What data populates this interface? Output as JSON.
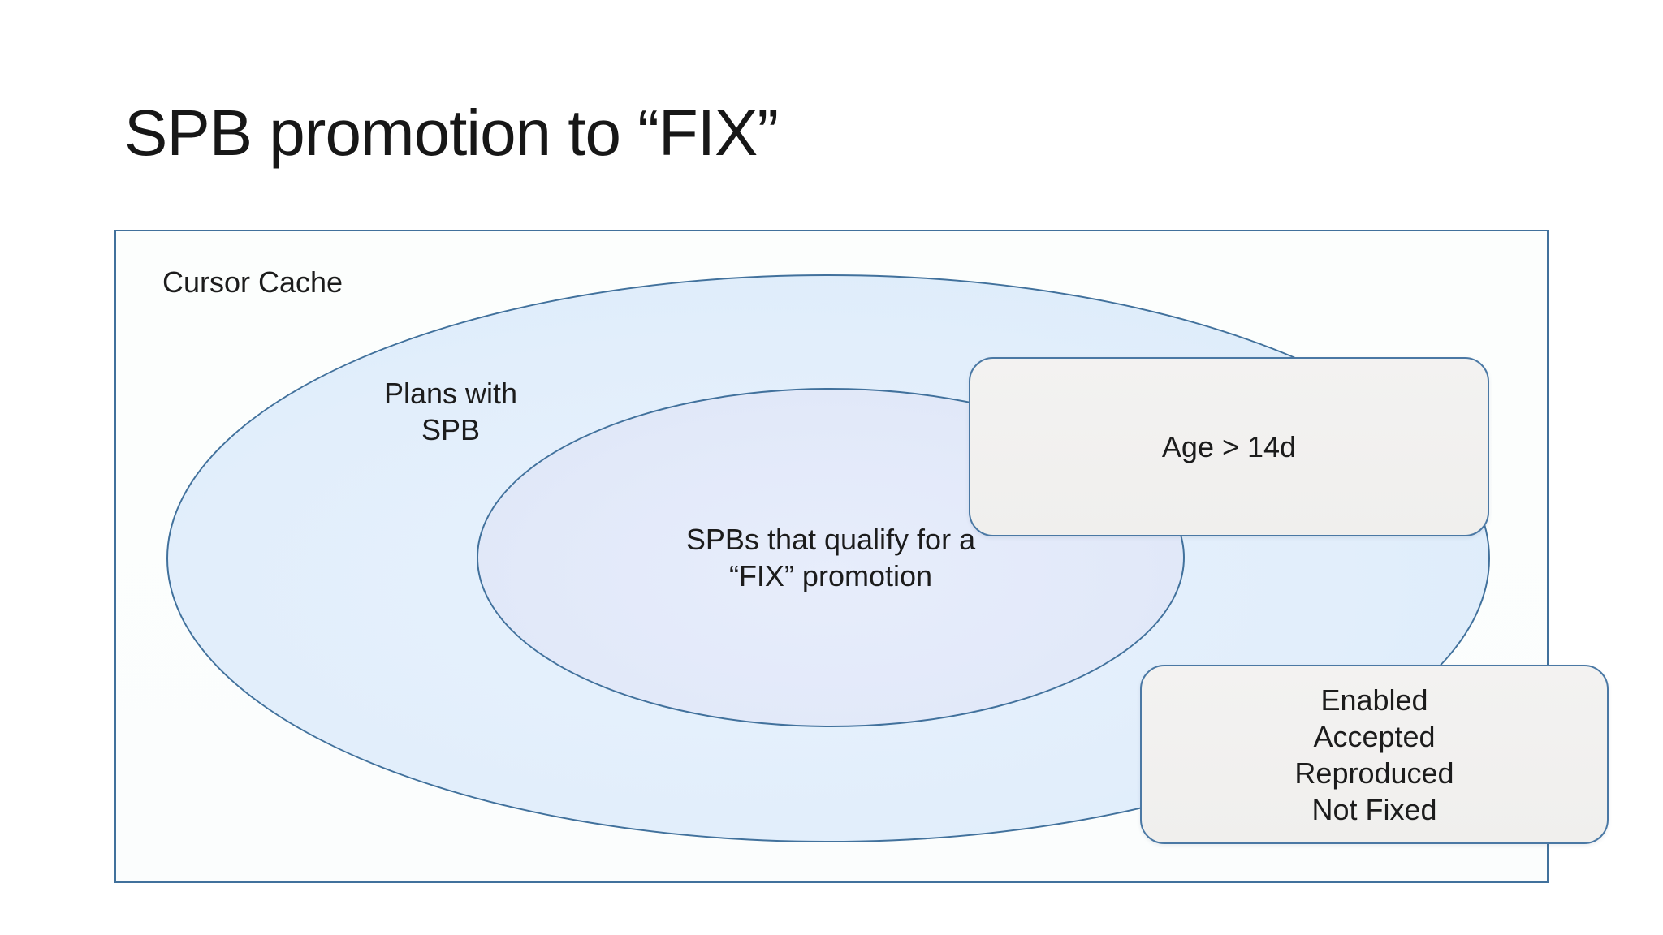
{
  "slide": {
    "title": "SPB promotion to “FIX”"
  },
  "diagram": {
    "container_label": "Cursor Cache",
    "outer_set_lines": [
      "Plans with",
      "SPB"
    ],
    "inner_set_lines": [
      "SPBs that qualify for a",
      "“FIX” promotion"
    ],
    "callouts": {
      "age_label": "Age > 14d",
      "status_lines": [
        "Enabled",
        "Accepted",
        "Reproduced",
        "Not Fixed"
      ]
    }
  },
  "colors": {
    "shape_border": "#41719c",
    "callout_border": "#4a78a4",
    "outer_ellipse_fill": "#e0eefb",
    "inner_ellipse_fill": "#e2e9f9",
    "callout_fill": "#f1f0ef",
    "container_fill": "#fcfdfd",
    "text": "#1c1c1c"
  }
}
